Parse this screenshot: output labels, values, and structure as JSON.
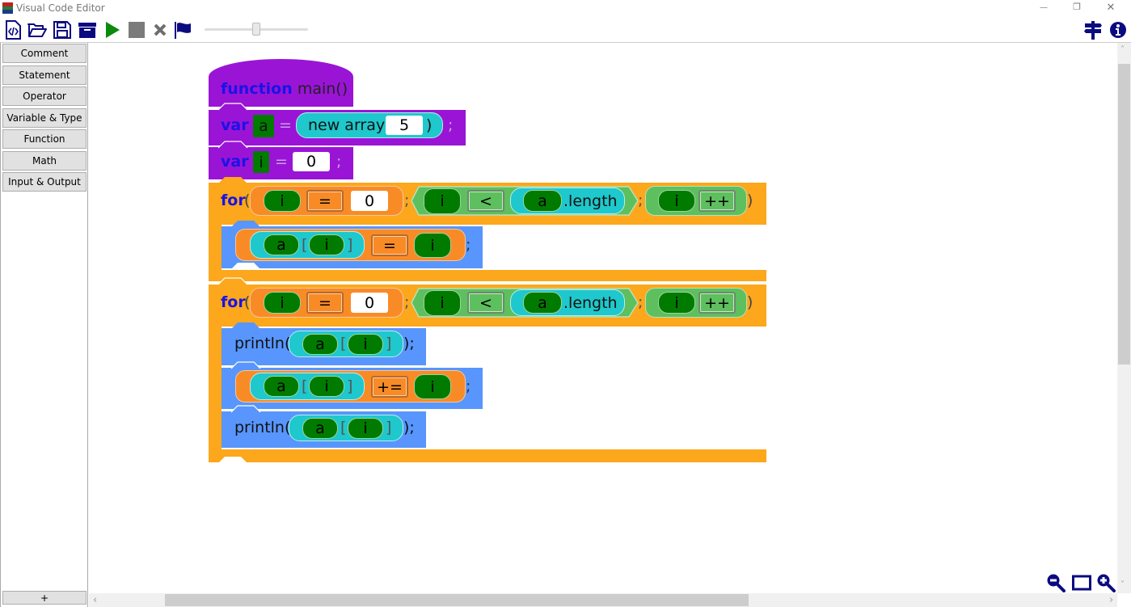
{
  "window": {
    "title": "Visual Code Editor",
    "controls": {
      "minimize": "—",
      "restore": "❐",
      "close": "✕"
    }
  },
  "toolbar": {
    "icons": [
      "new-code-file-icon",
      "open-folder-icon",
      "save-icon",
      "archive-icon",
      "run-icon",
      "stop-icon",
      "clear-icon",
      "flag-icon"
    ],
    "run_color": "#0b8a0b",
    "right_icons": [
      "signpost-icon",
      "info-icon"
    ],
    "slider_value": 0.5
  },
  "sidebar": {
    "items": [
      {
        "label": "Comment"
      },
      {
        "label": "Statement"
      },
      {
        "label": "Operator"
      },
      {
        "label": "Variable & Type"
      },
      {
        "label": "Function"
      },
      {
        "label": "Math"
      },
      {
        "label": "Input & Output"
      }
    ],
    "add_label": "+"
  },
  "code": {
    "func_kw": "function",
    "func_name": "main()",
    "var_kw": "var",
    "eq": "=",
    "semi": ";",
    "decl_a": {
      "name": "a",
      "new_array": "new array(",
      "size": "5",
      "close": ")"
    },
    "decl_i": {
      "name": "i",
      "value": "0"
    },
    "for_kw": "for",
    "paren_open": "(",
    "paren_close": ")",
    "for1": {
      "var": "i",
      "op": "=",
      "init": "0",
      "cond_var": "i",
      "cond_op": "<",
      "arr": "a",
      "length": ".length",
      "inc_var": "i",
      "inc_op": "++"
    },
    "body1": {
      "arr": "a",
      "lb": "[",
      "idx": "i",
      "rb": "]",
      "op": "=",
      "rhs": "i"
    },
    "for2": {
      "var": "i",
      "op": "=",
      "init": "0",
      "cond_var": "i",
      "cond_op": "<",
      "arr": "a",
      "length": ".length",
      "inc_var": "i",
      "inc_op": "++"
    },
    "println": "println(",
    "println_close": ");",
    "p1": {
      "arr": "a",
      "lb": "[",
      "idx": "i",
      "rb": "]"
    },
    "body2": {
      "arr": "a",
      "lb": "[",
      "idx": "i",
      "rb": "]",
      "op": "+=",
      "rhs": "i"
    },
    "p2": {
      "arr": "a",
      "lb": "[",
      "idx": "i",
      "rb": "]"
    }
  },
  "colors": {
    "function_block": "#9a14d6",
    "loop_block": "#fca71c",
    "statement_block": "#5896fd",
    "variable": "#007b00",
    "array_expr": "#1ec8cc",
    "assign_expr": "#f98b26",
    "cond_expr": "#5ebf5e",
    "keyword": "#1a13e6",
    "icon_navy": "#0b0b80"
  },
  "zoom_controls": [
    "zoom-out-icon",
    "fit-screen-icon",
    "zoom-in-icon"
  ],
  "scroll": {
    "h_arrow_left": "‹",
    "h_arrow_right": "›",
    "v_arrow_up": "˄",
    "v_arrow_down": "˅"
  }
}
